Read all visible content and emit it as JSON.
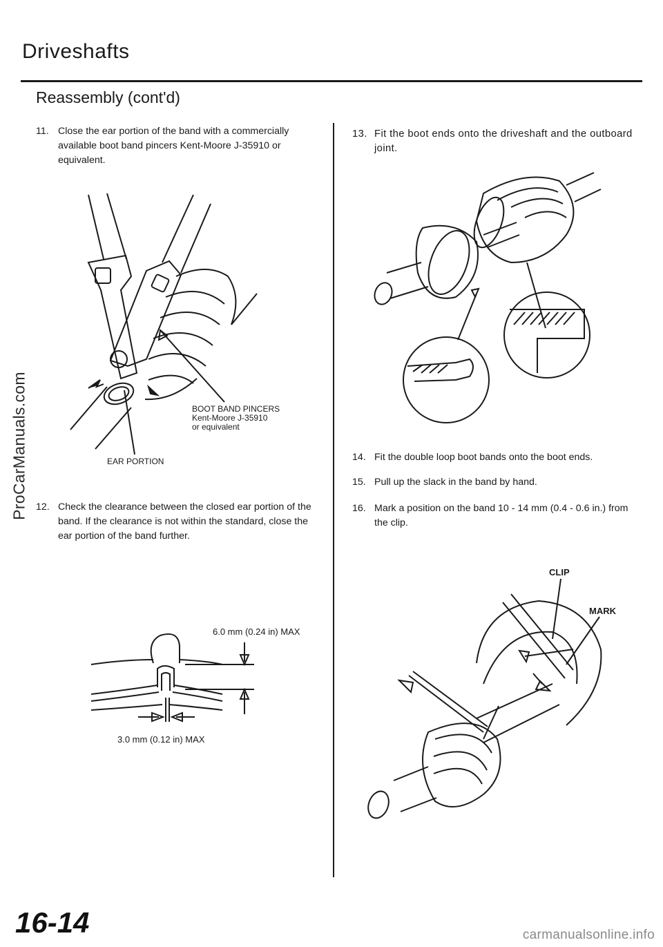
{
  "page": {
    "section_title": "Driveshafts",
    "subsection_title": "Reassembly (cont'd)",
    "page_number": "16-14",
    "watermark": "ProCarManuals.com",
    "footer_url": "carmanualsonline.info"
  },
  "left_column": {
    "step11": {
      "number": "11.",
      "text": "Close the ear portion of the band with a commercially available boot band pincers Kent-Moore J-35910 or equivalent."
    },
    "figure1": {
      "label_pincers_1": "BOOT BAND PINCERS",
      "label_pincers_2": "Kent-Moore J-35910",
      "label_pincers_3": "or equivalent",
      "label_ear": "EAR PORTION"
    },
    "step12": {
      "number": "12.",
      "text": "Check the clearance between the closed ear portion of the band. If the clearance is not within the standard, close the ear portion of the band further."
    },
    "figure2": {
      "label_height": "6.0 mm (0.24 in) MAX",
      "label_width": "3.0 mm (0.12 in) MAX"
    }
  },
  "right_column": {
    "step13": {
      "number": "13.",
      "text": "Fit the boot ends onto the driveshaft and the outboard joint."
    },
    "step14": {
      "number": "14.",
      "text": "Fit the double loop boot bands onto the boot ends."
    },
    "step15": {
      "number": "15.",
      "text": "Pull up the slack in the band by hand."
    },
    "step16": {
      "number": "16.",
      "text": "Mark a position on the band 10 - 14 mm (0.4 - 0.6 in.) from the clip."
    },
    "figure4": {
      "label_clip": "CLIP",
      "label_mark": "MARK"
    }
  }
}
